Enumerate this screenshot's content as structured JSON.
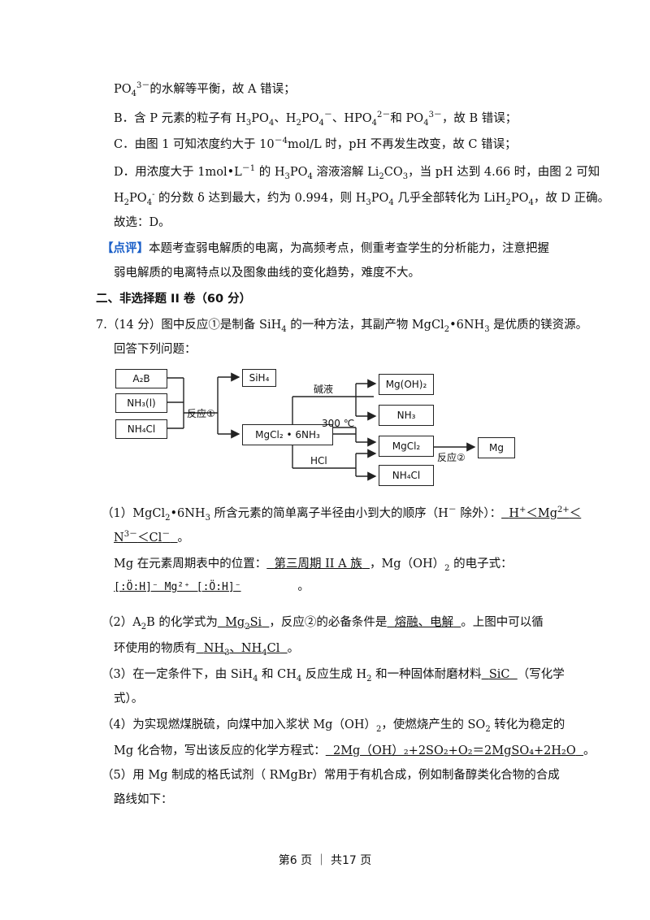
{
  "paragraphs": {
    "p1_end": "的水解等平衡，故 A 错误；",
    "b_prefix": "B．含 P 元素的粒子有 ",
    "b_suffix": "，故 B 错误；",
    "c_text": "C．由图 1 可知浓度约大于 10",
    "c_text2": "mol/L 时，pH 不再发生改变，故 C 错误；",
    "d_line1": "D．用浓度大于 1mol•L",
    "d_line1b": " 的 H",
    "d_line1c": " 溶液溶解 Li",
    "d_line1d": "，当 pH 达到 4.66 时，由图 2 可知",
    "d_line2a": " 的分数 δ 达到最大，约为 0.994，则 H",
    "d_line2b": " 几乎全部转化为 LiH",
    "d_line2c": "，故 D 正确。",
    "conclusion": "故选：D。",
    "comment_tag": "【点评】",
    "comment_1": "本题考查弱电解质的电离，为高频考点，侧重考查学生的分析能力，注意把握",
    "comment_2": "弱电解质的电离特点以及图象曲线的变化趋势，难度不大。"
  },
  "section_title": "二、非选择题 II 卷（60 分）",
  "q7": {
    "stem_1a": "7.（14 分）图中反应",
    "stem_1b": "是制备 SiH",
    "stem_1c": " 的一种方法，其副产物 MgCl",
    "stem_1d": "•6NH",
    "stem_1e": " 是优质的镁资源。",
    "stem_2": "回答下列问题：",
    "circle1": "①",
    "circle2": "②"
  },
  "diagram": {
    "inputs": [
      "A₂B",
      "NH₃(l)",
      "NH₄Cl"
    ],
    "reaction1": "反应①",
    "sih4": "SiH₄",
    "mgcl2_6nh3": "MgCl₂ • 6NH₃",
    "base": "碱液",
    "temp": "300 ℃",
    "hcl": "HCl",
    "mgoh2": "Mg(OH)₂",
    "nh3": "NH₃",
    "mgcl2": "MgCl₂",
    "nh4cl": "NH₄Cl",
    "reaction2": "反应②",
    "mg": "Mg"
  },
  "sub1": {
    "a": "（1）MgCl",
    "b": "•6NH",
    "c": " 所含元素的简单离子半径由小到大的顺序（H",
    "d": " 除外）：",
    "ans1": "H",
    "lt": "＜Mg",
    "lt2": "＜",
    "ans2": "N",
    "ans3": "＜Cl",
    "end": "。",
    "pos_q": "Mg 在元素周期表中的位置：",
    "pos_ans": "第三周期 II A 族",
    "e_q": "，Mg（OH）",
    "e_q2": " 的电子式：",
    "estr": "[:Ö:H]⁻ Mg²⁺ [:Ö:H]⁻"
  },
  "sub2": {
    "a": "（2）A",
    "b": "B 的化学式为",
    "ans1": "Mg",
    "ans1b": "Si",
    "c": "，反应",
    "d": "的必备条件是",
    "ans2": "熔融、电解",
    "e": "。上图中可以循",
    "f": "环使用的物质有",
    "ans3": "NH",
    "ans3b": "、NH",
    "ans3c": "Cl",
    "g": "。"
  },
  "sub3": {
    "a": "（3）在一定条件下，由 SiH",
    "b": " 和 CH",
    "c": " 反应生成 H",
    "d": " 和一种固体耐磨材料",
    "ans": "SiC",
    "e": "（写化学",
    "f": "式）。"
  },
  "sub4": {
    "a": "（4）为实现燃煤脱硫，向煤中加入浆状 Mg（OH）",
    "b": "，使燃烧产生的 SO",
    "c": " 转化为稳定的",
    "d": "Mg 化合物，写出该反应的化学方程式：",
    "ans": "2Mg（OH）₂+2SO₂+O₂＝2MgSO₄+2H₂O",
    "e": "。"
  },
  "sub5": {
    "a": "（5）用 Mg 制成的格氏试剂（ RMgBr）常用于有机合成，例如制备醇类化合物的合成",
    "b": "路线如下："
  },
  "footer": "第6 页 ｜ 共17 页"
}
